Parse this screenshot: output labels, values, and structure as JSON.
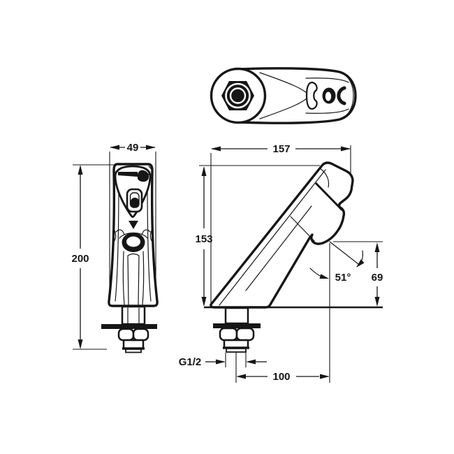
{
  "dims": {
    "front_width": "49",
    "front_height": "200",
    "side_length": "157",
    "side_height": "153",
    "spout_angle": "51°",
    "outlet_height": "69",
    "thread_size": "G1/2",
    "outlet_offset": "100"
  },
  "colors": {
    "line": "#161616",
    "background": "#ffffff"
  }
}
